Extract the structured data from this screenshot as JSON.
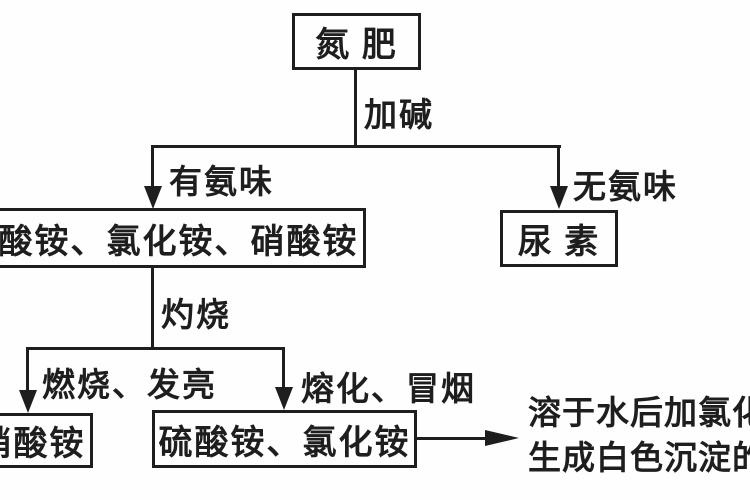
{
  "diagram": {
    "root_box": {
      "label": "氮 肥"
    },
    "edge_add_alkali": {
      "label": "加碱"
    },
    "edge_has_ammonia": {
      "label": "有氨味"
    },
    "edge_no_ammonia": {
      "label": "无氨味"
    },
    "box_ammonium_salts": {
      "label": "硫酸铵、氯化铵、硝酸铵"
    },
    "box_urea": {
      "label": "尿 素"
    },
    "edge_ignite": {
      "label": "灼烧"
    },
    "edge_burn_bright": {
      "label": "燃烧、发亮"
    },
    "edge_melt_smoke": {
      "label": "熔化、冒烟"
    },
    "box_ammonium_nitrate": {
      "label": "硝酸铵"
    },
    "box_sulfate_chloride": {
      "label": "硫酸铵、氯化铵"
    },
    "result_note": {
      "line1": "溶于水后加氯化",
      "line2": "生成白色沉淀的"
    }
  },
  "colors": {
    "ink": "#1e1e1e",
    "background": "#fefefe"
  }
}
